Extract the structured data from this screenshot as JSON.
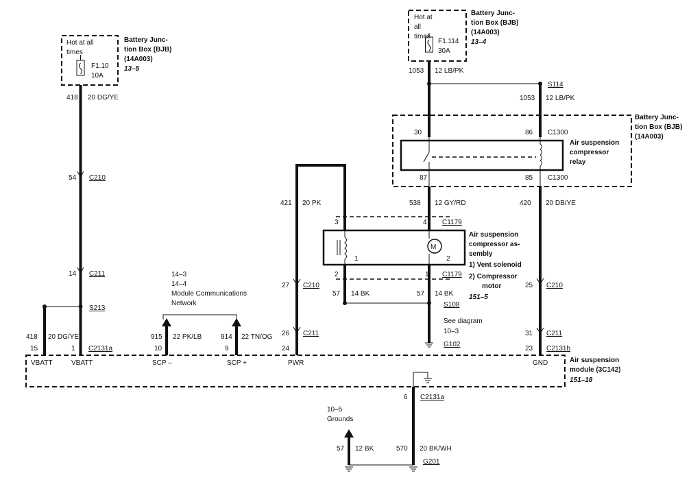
{
  "bjb_left": {
    "hot": [
      "Hot at all",
      "times"
    ],
    "title": [
      "Battery Junc-",
      "tion Box (BJB)",
      "(14A003)"
    ],
    "ref": "13–5",
    "fuse": "F1.10",
    "amps": "10A"
  },
  "bjb_top": {
    "hot": [
      "Hot at",
      "all",
      "times"
    ],
    "title": [
      "Battery Junc-",
      "tion Box (BJB)",
      "(14A003)"
    ],
    "ref": "13–4",
    "fuse": "F1.114",
    "amps": "30A"
  },
  "bjb_relay": {
    "title": [
      "Battery Junc-",
      "tion Box (BJB)",
      "(14A003)"
    ],
    "relay_label": [
      "Air suspension",
      "compressor",
      "relay"
    ],
    "pin30": "30",
    "pin86": "86",
    "pin87": "87",
    "pin85": "85",
    "c1300a": "C1300",
    "c1300b": "C1300"
  },
  "wires": {
    "w418a": "418",
    "w418a_c": "20 DG/YE",
    "w54": "54",
    "c210a": "C210",
    "w14": "14",
    "c211a": "C211",
    "s213": "S213",
    "w418b": "418",
    "w418b_c": "20 DG/YE",
    "w15": "15",
    "w1": "1",
    "c2131a": "C2131a",
    "w1053a": "1053",
    "w1053a_c": "12 LB/PK",
    "s114": "S114",
    "w1053b": "1053",
    "w1053b_c": "12 LB/PK",
    "w538": "538",
    "w538_c": "12 GY/RD",
    "w420": "420",
    "w420_c": "20 DB/YE",
    "w421": "421",
    "w421_c": "20 PK",
    "w3": "3",
    "w4": "4",
    "c1179a": "C1179",
    "w2": "2",
    "w1b": "1",
    "c1179b": "C1179",
    "w27": "27",
    "c210b": "C210",
    "w57a": "57",
    "w57a_c": "14 BK",
    "w57b": "57",
    "w57b_c": "14 BK",
    "s108": "S108",
    "see": [
      "See diagram",
      "10–3"
    ],
    "g102": "G102",
    "w26": "26",
    "c211b": "C211",
    "w24": "24",
    "w25": "25",
    "c210c": "C210",
    "w31": "31",
    "c211c": "C211",
    "w23": "23",
    "c2131b": "C2131b",
    "w915": "915",
    "w915_c": "22 PK/LB",
    "w914": "914",
    "w914_c": "22 TN/OG",
    "w10": "10",
    "w9": "9",
    "scn": [
      "14–3",
      "14–4",
      "Module Communications",
      "Network"
    ],
    "w6": "6",
    "c2131a_b": "C2131a",
    "grounds": [
      "10–5",
      "Grounds"
    ],
    "w57c": "57",
    "w57c_c": "12 BK",
    "w570": "570",
    "w570_c": "20 BK/WH",
    "g201": "G201"
  },
  "compressor": {
    "title": [
      "Air suspension",
      "compressor as-",
      "sembly"
    ],
    "item1": "1)  Vent solenoid",
    "item2": [
      "2)  Compressor",
      "motor"
    ],
    "ref": "151–5",
    "m": "M",
    "pin1": "1",
    "pin2": "2"
  },
  "module": {
    "title": [
      "Air suspension",
      "module (3C142)"
    ],
    "ref": "151–18",
    "vbatt1": "VBATT",
    "vbatt2": "VBATT",
    "scpm": "SCP –",
    "scpp": "SCP +",
    "pwr": "PWR",
    "gnd": "GND"
  }
}
